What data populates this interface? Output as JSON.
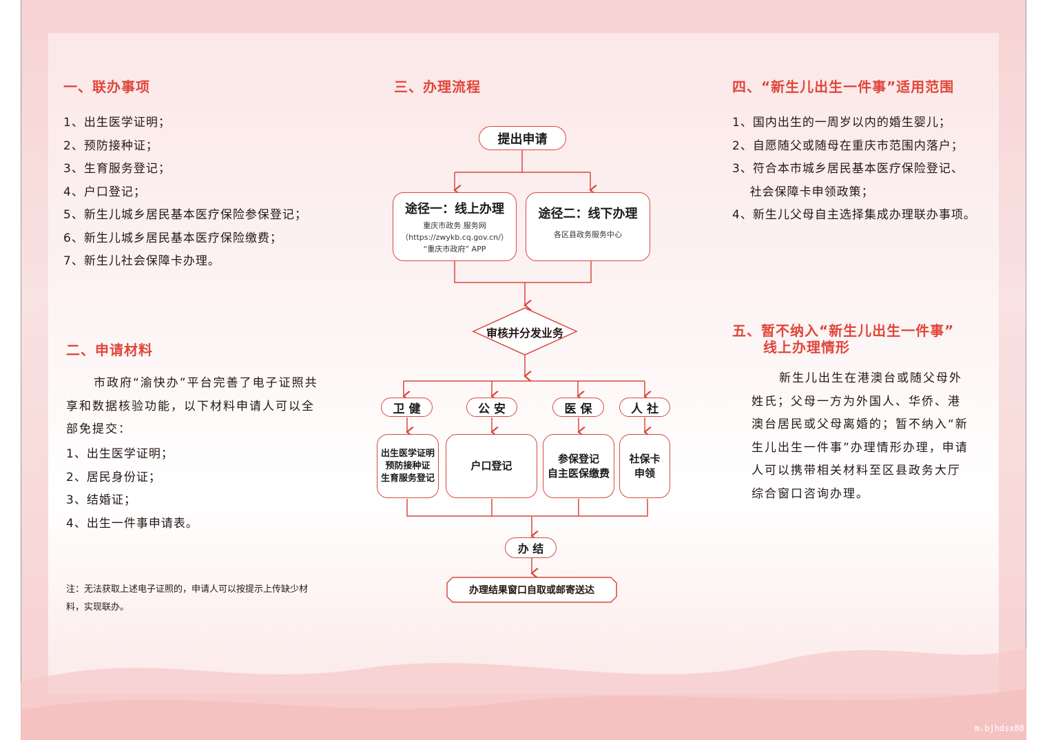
{
  "sec1": {
    "title": "一、联办事项",
    "items": [
      "1、出生医学证明；",
      "2、预防接种证；",
      "3、生育服务登记；",
      "4、户口登记；",
      "5、新生儿城乡居民基本医疗保险参保登记；",
      "6、新生儿城乡居民基本医疗保险缴费；",
      "7、新生儿社会保障卡办理。"
    ]
  },
  "sec2": {
    "title": "二、申请材料",
    "intro": "市政府“渝快办”平台完善了电子证照共享和数据核验功能，以下材料申请人可以全部免提交：",
    "items": [
      "1、出生医学证明；",
      "2、居民身份证；",
      "3、结婚证；",
      "4、出生一件事申请表。"
    ],
    "note": "注：无法获取上述电子证照的，申请人可以按提示上传缺少材料，实现联办。"
  },
  "sec3": {
    "title": "三、办理流程",
    "start": "提出申请",
    "route1": {
      "title": "途径一：线上办理",
      "lines": [
        "重庆市政务 服务网",
        "（https://zwykb.cq.gov.cn/）",
        "“重庆市政府” APP"
      ]
    },
    "route2": {
      "title": "途径二：线下办理",
      "lines": [
        "各区县政务服务中心"
      ]
    },
    "review": "审核并分发业务",
    "depts": [
      {
        "name": "卫 健",
        "tasks": [
          "出生医学证明",
          "预防接种证",
          "生育服务登记"
        ]
      },
      {
        "name": "公 安",
        "tasks": [
          "户口登记"
        ]
      },
      {
        "name": "医 保",
        "tasks": [
          "参保登记",
          "自主医保缴费"
        ]
      },
      {
        "name": "人 社",
        "tasks": [
          "社保卡",
          "申领"
        ]
      }
    ],
    "done": "办 结",
    "result": "办理结果窗口自取或邮寄送达"
  },
  "sec4": {
    "title": "四、“新生儿出生一件事”适用范围",
    "items": [
      "1、国内出生的一周岁以内的婚生婴儿；",
      "2、自愿随父或随母在重庆市范围内落户；",
      "3、符合本市城乡居民基本医疗保险登记、",
      "    社会保障卡申领政策；",
      "4、新生儿父母自主选择集成办理联办事项。"
    ]
  },
  "sec5": {
    "title1": "五、暂不纳入“新生儿出生一件事”",
    "title2": "线上办理情形",
    "text": "新生儿出生在港澳台或随父母外姓氏；父母一方为外国人、华侨、港澳台居民或父母离婚的；暂不纳入“新生儿出生一件事”办理情形办理，申请人可以携带相关材料至区县政务大厅综合窗口咨询办理。"
  },
  "watermark": "m.bjhdsx88",
  "colors": {
    "accent": "#e0463a",
    "border": "#d9473b"
  }
}
